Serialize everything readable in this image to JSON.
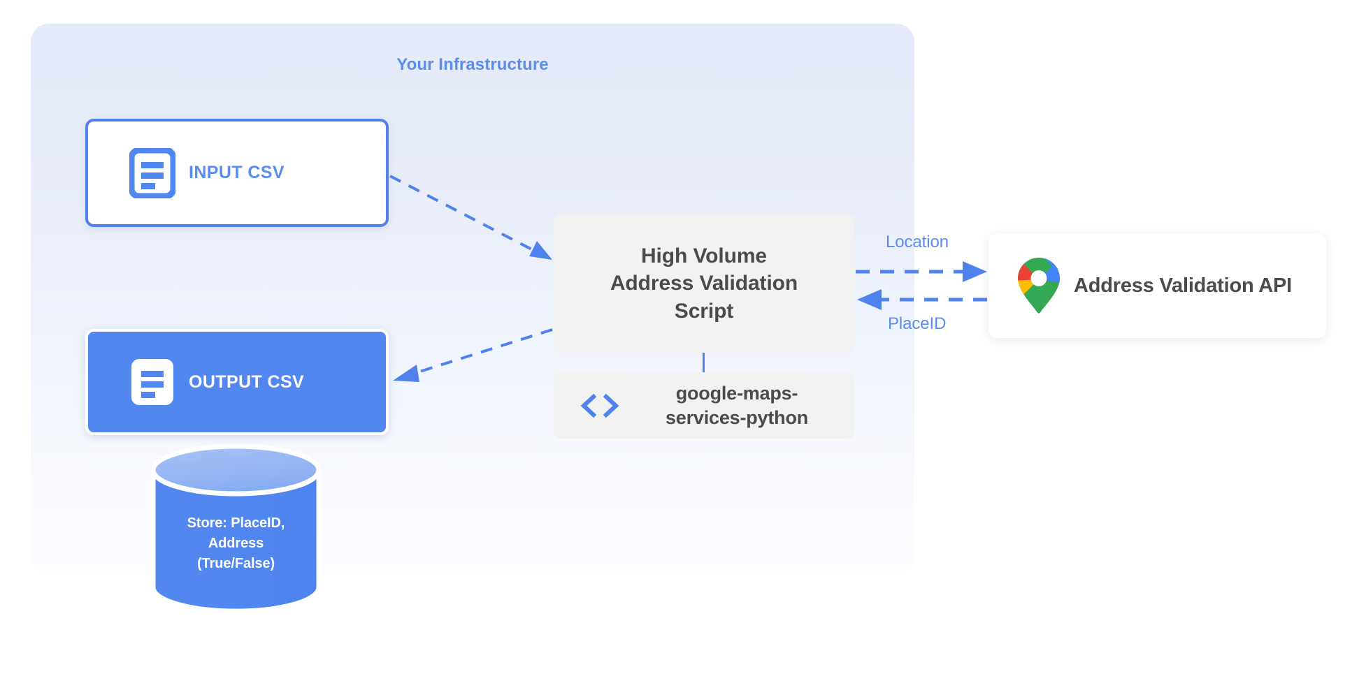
{
  "panel": {
    "title": "Your Infrastructure"
  },
  "nodes": {
    "input_csv": {
      "label": "INPUT CSV",
      "icon": "document-icon"
    },
    "output_csv": {
      "label": "OUTPUT CSV",
      "icon": "document-icon"
    },
    "script": {
      "line1": "High Volume",
      "line2": "Address Validation",
      "line3": "Script"
    },
    "library": {
      "line1": "google-maps-",
      "line2": "services-python",
      "icon": "code-icon"
    },
    "api": {
      "label": "Address Validation API",
      "icon": "google-maps-pin-icon"
    },
    "database": {
      "line1": "Store: PlaceID,",
      "line2": "Address",
      "line3": "(True/False)",
      "icon": "database-cylinder-icon"
    }
  },
  "edges": {
    "location_label": "Location",
    "placeid_label": "PlaceID"
  },
  "colors": {
    "accent_blue": "#4f82ed",
    "title_blue": "#5b8def",
    "panel_bg_top": "#e4eaf8",
    "panel_bg_bottom": "#fcfdff",
    "box_gray": "#f2f2f0",
    "text_dark": "#4b4b4b",
    "output_fill": "#5287ef",
    "cylinder_body": "#5287ef",
    "cylinder_top": "#8fb2f3",
    "pin_blue": "#4285f4",
    "pin_red": "#ea4335",
    "pin_yellow": "#fbbc04",
    "pin_green": "#34a853"
  }
}
